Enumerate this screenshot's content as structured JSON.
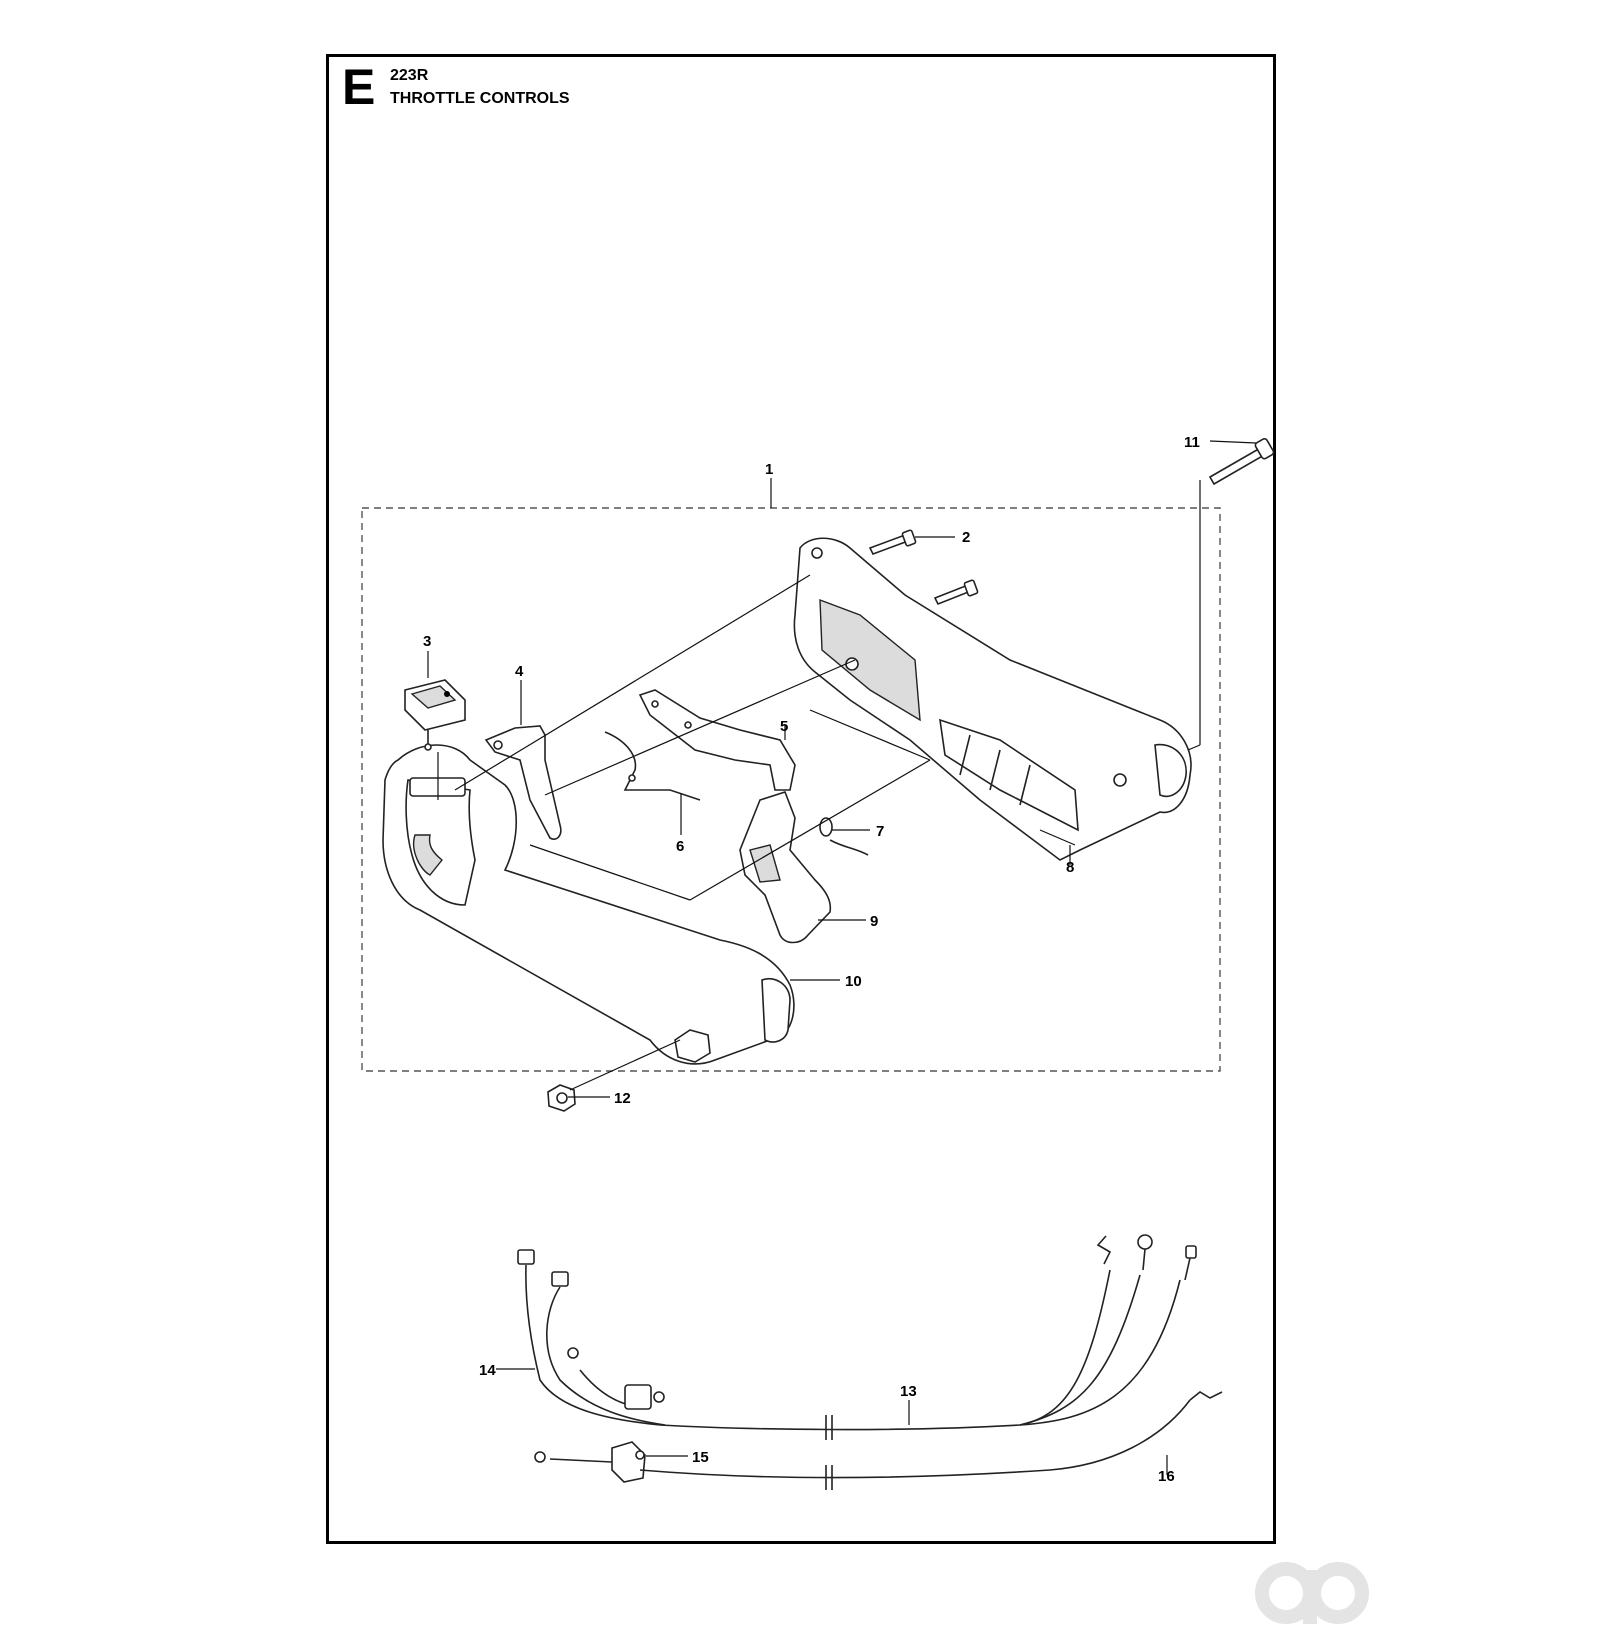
{
  "header": {
    "section_letter": "E",
    "model": "223R",
    "title": "THROTTLE CONTROLS"
  },
  "callouts": [
    "1",
    "2",
    "3",
    "4",
    "5",
    "6",
    "7",
    "8",
    "9",
    "10",
    "11",
    "12",
    "13",
    "14",
    "15",
    "16"
  ],
  "colors": {
    "line": "#222222",
    "background": "#ffffff"
  },
  "watermark_icon": "brand-logo-icon"
}
